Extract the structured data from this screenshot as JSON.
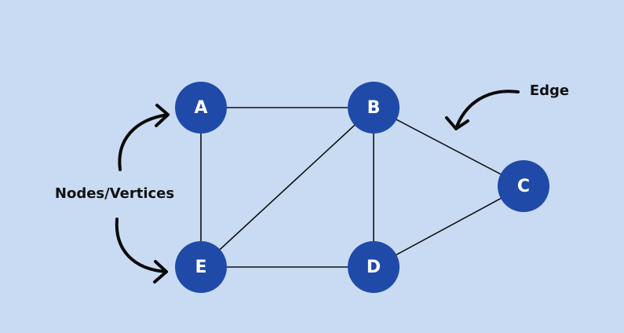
{
  "colors": {
    "background": "#c9daf3",
    "node_fill": "#1f4aa8",
    "node_text": "#ffffff",
    "edge": "#111111",
    "annotation": "#111111"
  },
  "nodes": [
    {
      "id": "A",
      "label": "A"
    },
    {
      "id": "B",
      "label": "B"
    },
    {
      "id": "C",
      "label": "C"
    },
    {
      "id": "D",
      "label": "D"
    },
    {
      "id": "E",
      "label": "E"
    }
  ],
  "edges": [
    {
      "from": "A",
      "to": "B"
    },
    {
      "from": "A",
      "to": "E"
    },
    {
      "from": "B",
      "to": "E"
    },
    {
      "from": "B",
      "to": "D"
    },
    {
      "from": "B",
      "to": "C"
    },
    {
      "from": "E",
      "to": "D"
    },
    {
      "from": "D",
      "to": "C"
    }
  ],
  "annotations": {
    "nodes_label": "Nodes/Vertices",
    "edge_label": "Edge"
  }
}
